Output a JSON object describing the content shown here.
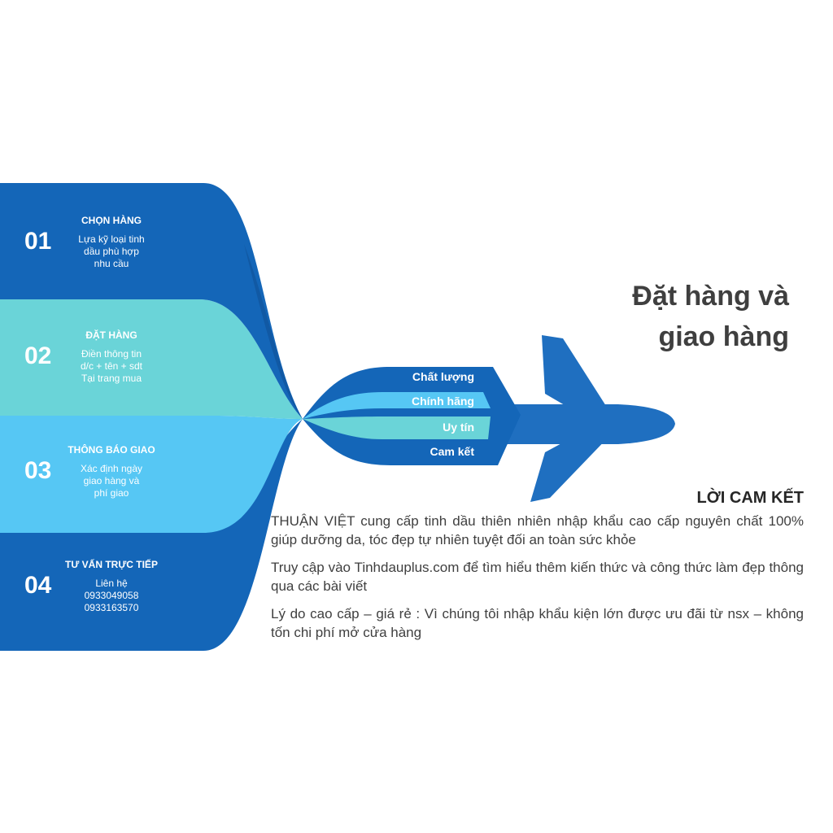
{
  "colors": {
    "dark_blue": "#1466b8",
    "mint": "#6ad4d8",
    "sky": "#56c7f4",
    "plane": "#1f6fc0"
  },
  "steps": [
    {
      "number": "01",
      "title": "CHỌN HÀNG",
      "desc": [
        "Lựa kỹ loại tinh",
        "dầu phù hợp",
        "nhu cầu"
      ]
    },
    {
      "number": "02",
      "title": "ĐẶT HÀNG",
      "desc": [
        "Điền thông tin",
        "d/c + tên + sdt",
        "Tại trang mua"
      ]
    },
    {
      "number": "03",
      "title": "THÔNG BÁO GIAO",
      "desc": [
        "Xác định ngày",
        "giao hàng và",
        "phí giao"
      ]
    },
    {
      "number": "04",
      "title": "TƯ VẤN TRỰC TIẾP",
      "desc": [
        "Liên hệ",
        "0933049058",
        "0933163570"
      ]
    }
  ],
  "plane_labels": [
    "Chất lượng",
    "Chính hãng",
    "Uy tín",
    "Cam kết"
  ],
  "headline": [
    "Đặt hàng và",
    "giao hàng"
  ],
  "commitment": {
    "title": "LỜI CAM KẾT",
    "paragraphs": [
      "THUẬN VIỆT cung cấp tinh dầu thiên nhiên nhập khẩu cao cấp nguyên chất 100% giúp dưỡng da, tóc đẹp tự nhiên tuyệt đối an toàn sức khỏe",
      "Truy cập vào Tinhdauplus.com để  tìm hiểu thêm kiến thức và công thức làm đẹp thông qua các bài viết",
      "Lý do cao cấp – giá rẻ : Vì chúng tôi nhập khẩu kiện lớn được ưu đãi từ nsx – không tốn chi phí mở cửa hàng"
    ]
  }
}
